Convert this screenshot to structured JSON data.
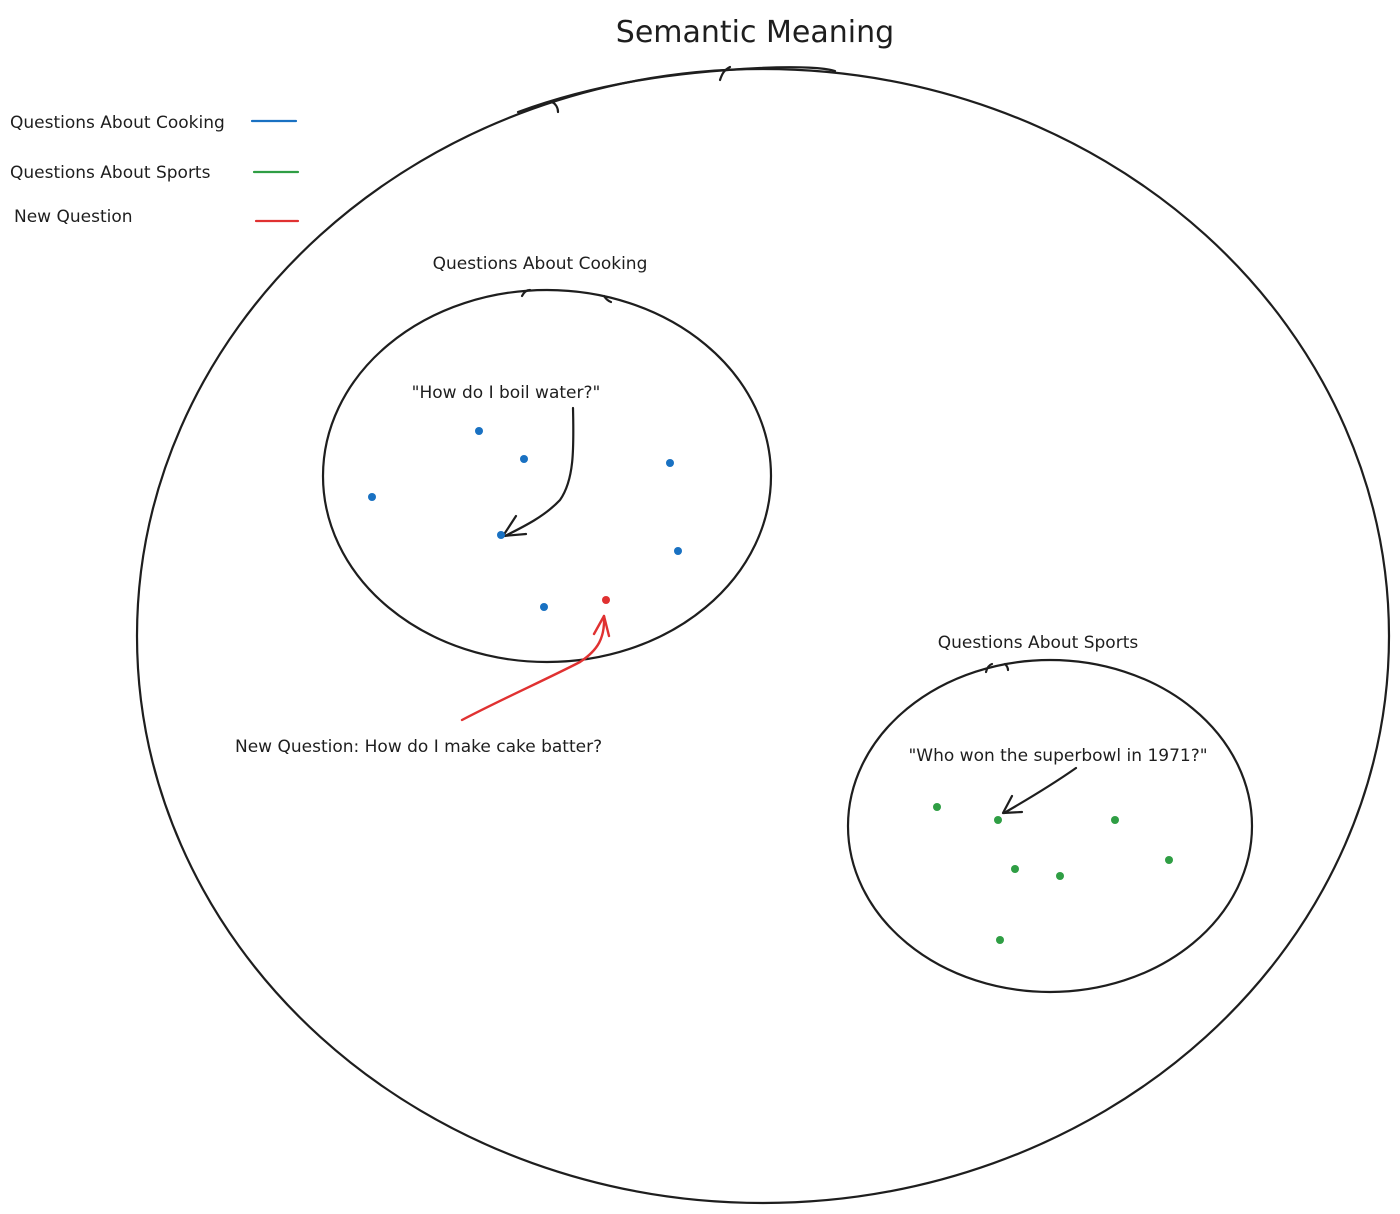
{
  "title": "Semantic Meaning",
  "colors": {
    "ink": "#1e1e1e",
    "cooking": "#1971c2",
    "sports": "#2f9e44",
    "new_question": "#e03131"
  },
  "legend": [
    {
      "label": "Questions About Cooking",
      "color": "#1971c2"
    },
    {
      "label": "Questions About Sports",
      "color": "#2f9e44"
    },
    {
      "label": "New Question",
      "color": "#e03131"
    }
  ],
  "clusters": {
    "cooking": {
      "label": "Questions About Cooking",
      "example": "\"How do I boil water?\""
    },
    "sports": {
      "label": "Questions About Sports",
      "example": "\"Who won the superbowl in 1971?\""
    }
  },
  "new_question": {
    "text": "New Question: How do I make cake batter?"
  }
}
